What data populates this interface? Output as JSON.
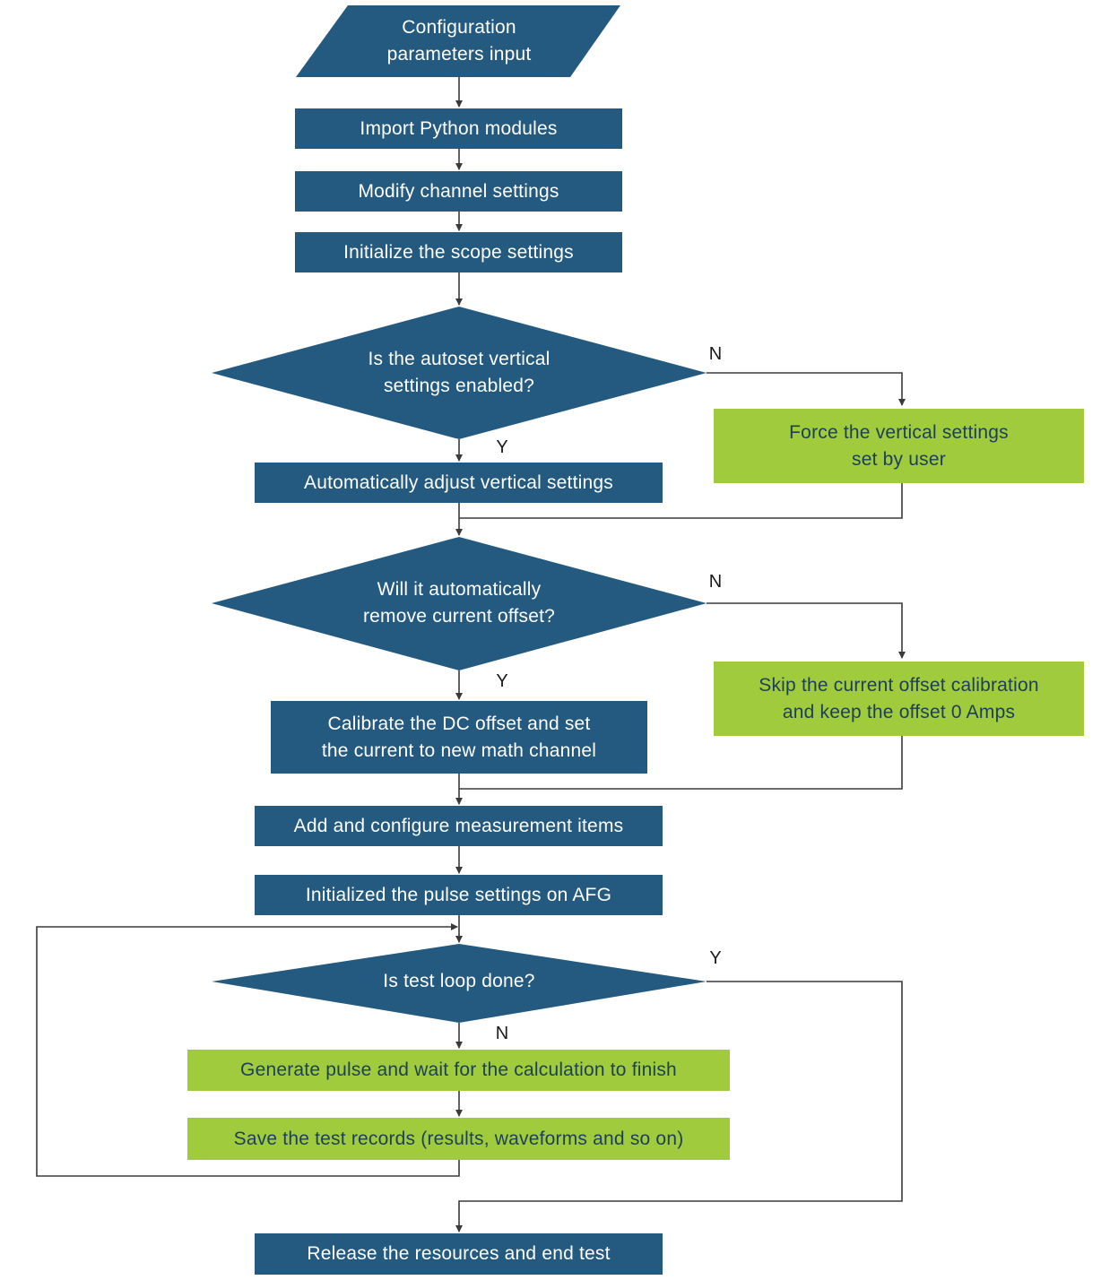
{
  "colors": {
    "blue": "#245a7f",
    "green": "#9fcb3c",
    "line": "#3a3a3a"
  },
  "nodes": {
    "config_input": {
      "shape": "parallelogram",
      "text": "Configuration\nparameters input"
    },
    "import_modules": {
      "shape": "process",
      "text": "Import Python modules"
    },
    "modify_channel": {
      "shape": "process",
      "text": "Modify channel settings"
    },
    "init_scope": {
      "shape": "process",
      "text": "Initialize the scope settings"
    },
    "autoset_decision": {
      "shape": "decision",
      "text": "Is the autoset vertical\nsettings enabled?"
    },
    "force_vertical": {
      "shape": "process-green",
      "text": "Force the vertical settings\nset by user"
    },
    "auto_adjust": {
      "shape": "process",
      "text": "Automatically adjust vertical settings"
    },
    "offset_decision": {
      "shape": "decision",
      "text": "Will it automatically\nremove current offset?"
    },
    "skip_offset": {
      "shape": "process-green",
      "text": "Skip the current offset calibration\nand keep the offset 0 Amps"
    },
    "calibrate_dc": {
      "shape": "process",
      "text": "Calibrate the DC offset and set\nthe current to new math channel"
    },
    "add_measurements": {
      "shape": "process",
      "text": "Add and configure measurement items"
    },
    "init_pulse": {
      "shape": "process",
      "text": "Initialized the pulse settings on AFG"
    },
    "loop_decision": {
      "shape": "decision",
      "text": "Is test loop done?"
    },
    "generate_pulse": {
      "shape": "process-green",
      "text": "Generate pulse and wait for the calculation to finish"
    },
    "save_records": {
      "shape": "process-green",
      "text": "Save the test records (results, waveforms and so on)"
    },
    "release": {
      "shape": "process",
      "text": "Release the resources and end test"
    }
  },
  "edge_labels": {
    "autoset_yes": "Y",
    "autoset_no": "N",
    "offset_yes": "Y",
    "offset_no": "N",
    "loop_yes": "Y",
    "loop_no": "N"
  }
}
